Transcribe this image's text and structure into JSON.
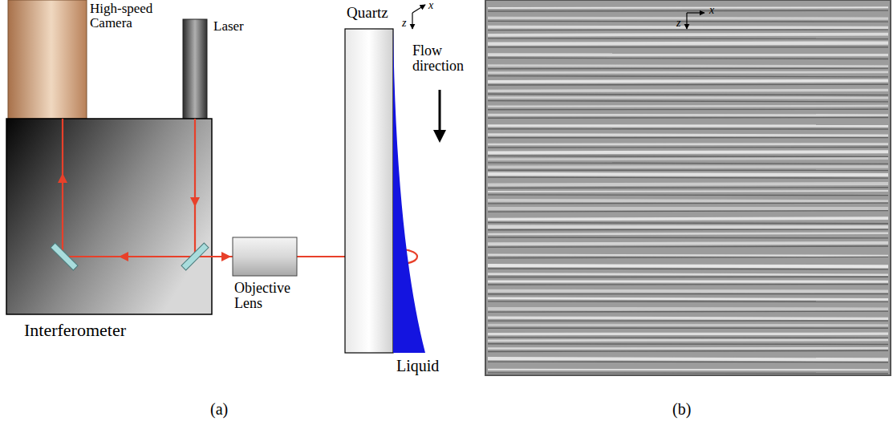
{
  "diagram": {
    "labels": [
      "High-speed Camera",
      "Laser",
      "Quartz",
      "z",
      "x",
      "Flow direction",
      "Interferometer",
      "Objective Lens",
      "Liquid",
      "(a)",
      "z",
      "x",
      "(b)"
    ]
  }
}
